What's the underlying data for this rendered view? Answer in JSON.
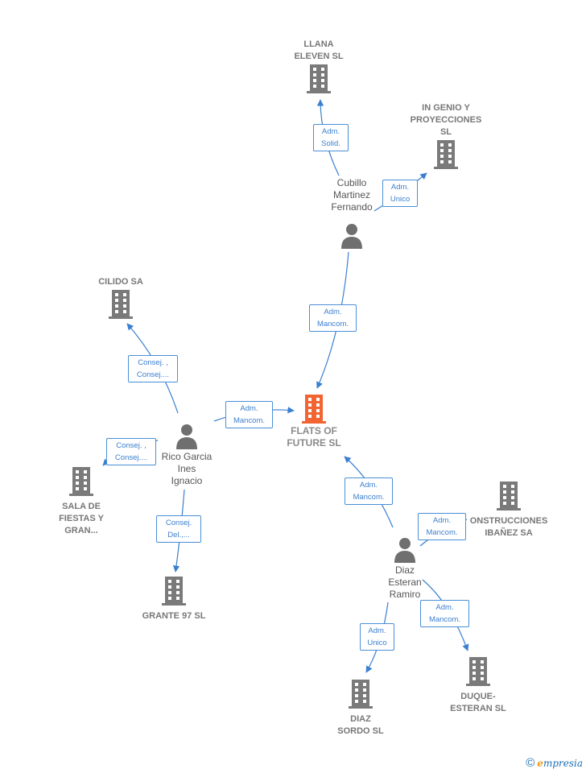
{
  "colors": {
    "edge": "#3a7fd0",
    "company": "#7a7a7a",
    "focus": "#f26532",
    "person": "#6f6f6f",
    "brand": "#f39c12"
  },
  "nodes": {
    "llana": {
      "label": "LLANA\nELEVEN  SL",
      "icon": "building-icon"
    },
    "ingenio": {
      "label": "IN GENIO Y\nPROYECCIONES\nSL",
      "icon": "building-icon"
    },
    "cubillo": {
      "label": "Cubillo\nMartinez\nFernando",
      "icon": "person-icon"
    },
    "cilido": {
      "label": "CILIDO SA",
      "icon": "building-icon"
    },
    "flats": {
      "label": "FLATS OF\nFUTURE  SL",
      "icon": "building-icon"
    },
    "rico": {
      "label": "Rico Garcia\nInes\nIgnacio",
      "icon": "person-icon"
    },
    "sala": {
      "label": "SALA DE\nFIESTAS Y\nGRAN...",
      "icon": "building-icon"
    },
    "grante": {
      "label": "GRANTE 97 SL",
      "icon": "building-icon"
    },
    "construcciones": {
      "label": "ONSTRUCCIONES\nIBAÑEZ SA",
      "icon": "building-icon"
    },
    "diaz": {
      "label": "Diaz\nEsteran\nRamiro",
      "icon": "person-icon"
    },
    "duque": {
      "label": "DUQUE-\nESTERAN SL",
      "icon": "building-icon"
    },
    "diazsordo": {
      "label": "DIAZ\nSORDO  SL",
      "icon": "building-icon"
    }
  },
  "edges": [
    {
      "id": "cubillo-llana",
      "label": "Adm.\nSolid."
    },
    {
      "id": "cubillo-ingenio",
      "label": "Adm.\nUnico"
    },
    {
      "id": "cubillo-flats",
      "label": "Adm.\nMancom."
    },
    {
      "id": "rico-cilido",
      "label": "Consej. ,\nConsej...."
    },
    {
      "id": "rico-flats",
      "label": "Adm.\nMancom."
    },
    {
      "id": "rico-sala",
      "label": "Consej. ,\nConsej...."
    },
    {
      "id": "rico-grante",
      "label": "Consej.\nDel.,..."
    },
    {
      "id": "diaz-flats",
      "label": "Adm.\nMancom."
    },
    {
      "id": "diaz-construcciones",
      "label": "Adm.\nMancom."
    },
    {
      "id": "diaz-duque",
      "label": "Adm.\nMancom."
    },
    {
      "id": "diaz-diazsordo",
      "label": "Adm.\nUnico"
    }
  ],
  "footer": {
    "copyright": "©",
    "brand_initial": "e",
    "brand_rest": "mpresia"
  }
}
